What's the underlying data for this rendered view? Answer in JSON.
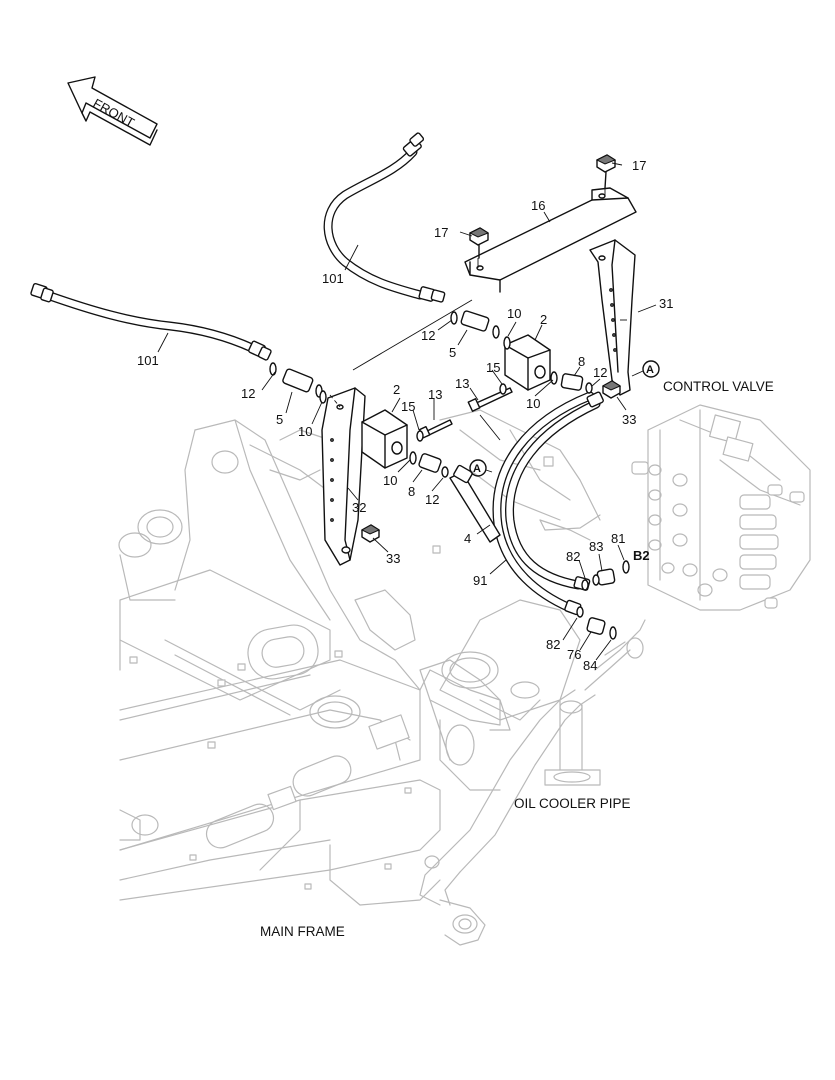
{
  "front_arrow": {
    "text": "FRONT"
  },
  "labels": {
    "control_valve": "CONTROL VALVE",
    "oil_cooler_pipe": "OIL COOLER PIPE",
    "main_frame": "MAIN FRAME",
    "b2": "B2",
    "view_mark_a": "A"
  },
  "callouts": {
    "c101_upper": "101",
    "c101_left": "101",
    "c17_top": "17",
    "c17_mid": "17",
    "c16": "16",
    "c31": "31",
    "c12_a": "12",
    "c12_b": "12",
    "c12_c": "12",
    "c12_d": "12",
    "c5_a": "5",
    "c5_b": "5",
    "c10_a": "10",
    "c10_b": "10",
    "c10_c": "10",
    "c10_d": "10",
    "c2_a": "2",
    "c2_b": "2",
    "c15_a": "15",
    "c15_b": "15",
    "c13_a": "13",
    "c13_b": "13",
    "c8_a": "8",
    "c8_b": "8",
    "c33_a": "33",
    "c33_b": "33",
    "c32": "32",
    "c4": "4",
    "c91": "91",
    "c82_a": "82",
    "c82_b": "82",
    "c83": "83",
    "c81": "81",
    "c76": "76",
    "c84": "84"
  }
}
